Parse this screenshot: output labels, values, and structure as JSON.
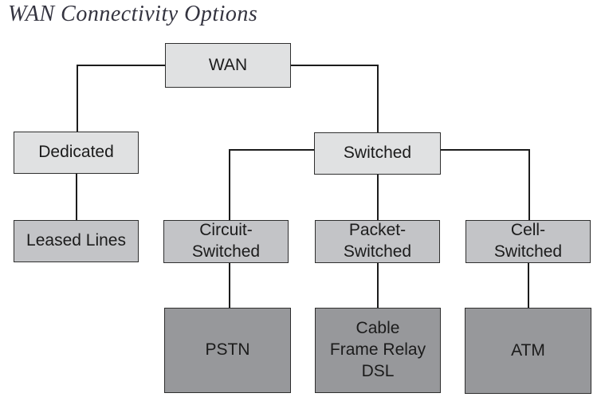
{
  "title": "WAN Connectivity Options",
  "diagram": {
    "type": "tree",
    "nodes": [
      {
        "id": "wan",
        "label": "WAN",
        "level": "root"
      },
      {
        "id": "dedicated",
        "label": "Dedicated",
        "level": "category"
      },
      {
        "id": "switched",
        "label": "Switched",
        "level": "category"
      },
      {
        "id": "leased-lines",
        "label": "Leased Lines",
        "level": "type"
      },
      {
        "id": "circuit-switched",
        "label": "Circuit-\nSwitched",
        "level": "type"
      },
      {
        "id": "packet-switched",
        "label": "Packet-\nSwitched",
        "level": "type"
      },
      {
        "id": "cell-switched",
        "label": "Cell-\nSwitched",
        "level": "type"
      },
      {
        "id": "pstn",
        "label": "PSTN",
        "level": "technology"
      },
      {
        "id": "cable-frame-dsl",
        "label": "Cable\nFrame Relay\nDSL",
        "level": "technology"
      },
      {
        "id": "atm",
        "label": "ATM",
        "level": "technology"
      }
    ],
    "edges": [
      [
        "wan",
        "dedicated"
      ],
      [
        "wan",
        "switched"
      ],
      [
        "dedicated",
        "leased-lines"
      ],
      [
        "switched",
        "circuit-switched"
      ],
      [
        "switched",
        "packet-switched"
      ],
      [
        "switched",
        "cell-switched"
      ],
      [
        "circuit-switched",
        "pstn"
      ],
      [
        "packet-switched",
        "cable-frame-dsl"
      ],
      [
        "cell-switched",
        "atm"
      ]
    ]
  },
  "colors": {
    "background": "#ffffff",
    "title_color": "#343440",
    "level1_fill": "#e0e1e2",
    "level2_fill": "#c3c4c7",
    "level3_fill": "#97989b",
    "border": "#2f2f2f",
    "line": "#1c1c1c",
    "text": "#1b1b1b"
  }
}
